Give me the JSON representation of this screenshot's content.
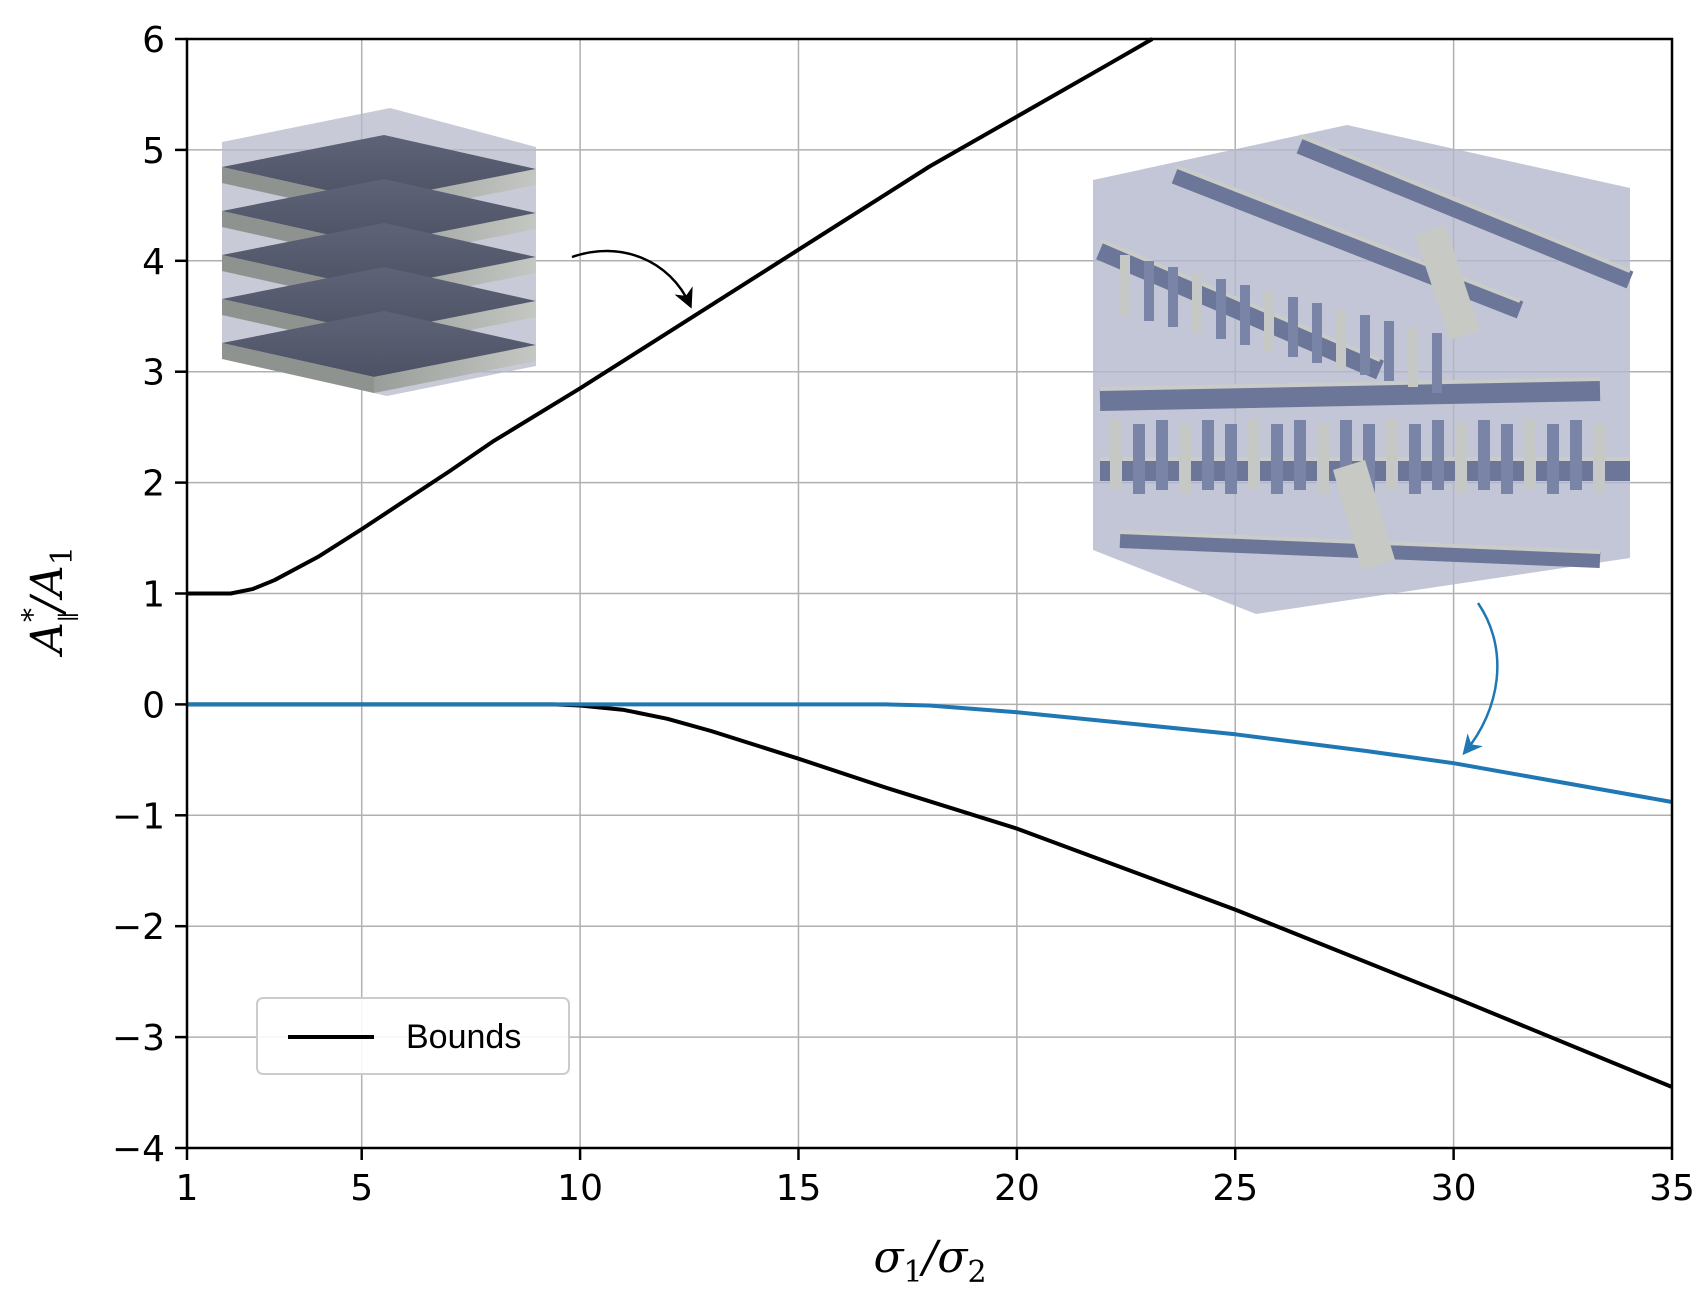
{
  "chart_data": {
    "type": "line",
    "xlabel": "σ1/σ2",
    "ylabel": "A∥*/A1",
    "xlim": [
      1,
      35
    ],
    "ylim": [
      -4,
      6
    ],
    "x_ticks": [
      1,
      5,
      10,
      15,
      20,
      25,
      30,
      35
    ],
    "y_ticks": [
      -4,
      -3,
      -2,
      -1,
      0,
      1,
      2,
      3,
      4,
      5,
      6
    ],
    "x_tick_labels": [
      "1",
      "5",
      "10",
      "15",
      "20",
      "25",
      "30",
      "35"
    ],
    "y_tick_labels": [
      "−4",
      "−3",
      "−2",
      "−1",
      "0",
      "1",
      "2",
      "3",
      "4",
      "5",
      "6"
    ],
    "grid": true,
    "legend": {
      "placement": "lower-left",
      "entries": [
        "Bounds"
      ]
    },
    "series": [
      {
        "name": "Bounds",
        "color": "#000000",
        "x": [
          1,
          2,
          2.5,
          3,
          4,
          5,
          6,
          7,
          8,
          10,
          12,
          14,
          16,
          18,
          20,
          22,
          23.1
        ],
        "y": [
          1,
          1,
          1.04,
          1.12,
          1.33,
          1.58,
          1.84,
          2.1,
          2.37,
          2.85,
          3.35,
          3.85,
          4.35,
          4.85,
          5.3,
          5.75,
          6.0
        ]
      },
      {
        "color": "#000000",
        "x": [
          1,
          5,
          9,
          9.4,
          10,
          11,
          12,
          13,
          15,
          17,
          20,
          25,
          30,
          35
        ],
        "y": [
          0,
          0,
          0,
          0,
          -0.01,
          -0.05,
          -0.13,
          -0.24,
          -0.49,
          -0.75,
          -1.12,
          -1.85,
          -2.64,
          -3.45
        ]
      },
      {
        "color": "#1f77b4",
        "x": [
          1,
          5,
          10,
          15,
          17,
          18,
          20,
          22,
          25,
          28,
          30,
          35
        ],
        "y": [
          0,
          0,
          0,
          0,
          0,
          -0.01,
          -0.07,
          -0.15,
          -0.27,
          -0.42,
          -0.53,
          -0.88
        ]
      }
    ],
    "annotations": [
      {
        "type": "arrow",
        "color": "#000000",
        "from_image": "laminate-inset",
        "to": [
          12.5,
          3.55
        ]
      },
      {
        "type": "arrow",
        "color": "#1f77b4",
        "from_image": "microstructure-inset",
        "to": [
          30.2,
          -0.46
        ]
      }
    ],
    "insets": [
      {
        "name": "laminate-inset",
        "description_icon": "layered-stack-icon"
      },
      {
        "name": "microstructure-inset",
        "description_icon": "lattice-structure-icon"
      }
    ]
  }
}
